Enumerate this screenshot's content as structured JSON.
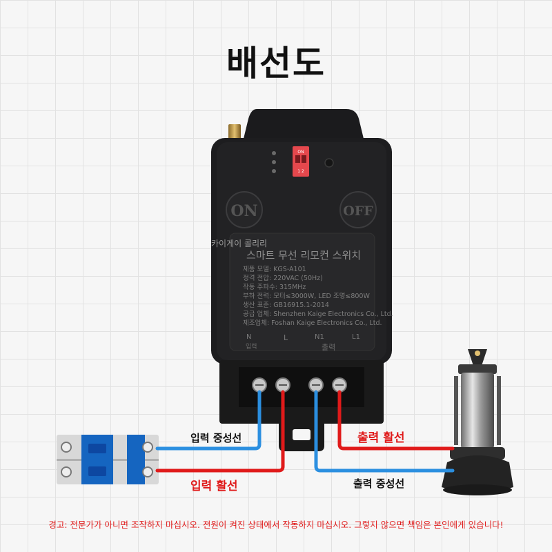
{
  "title": "배선도",
  "brand_top": "카이게이 콜리리",
  "device": {
    "switch_top": "ON",
    "switch_bottom": "1  2",
    "btn_on": "ON",
    "btn_off": "OFF",
    "label_title": "스마트 무선 리모컨 스위치",
    "label_lines": [
      "제품 모델: KGS-A101",
      "정격 전압: 220VAC (50Hz)",
      "작동 주파수: 315MHz",
      "부하 전력: 모터≤3000W, LED 조명≤800W",
      "생산 표준: GB16915.1-2014",
      "공급 업체: Shenzhen Kaige Electronics Co., Ltd.",
      "제조업체: Foshan Kaige Electronics Co., Ltd."
    ],
    "terminal_labels": [
      "N",
      "L",
      "N1",
      "L1"
    ],
    "input_marker": "입력",
    "output_marker": "출력"
  },
  "wires": {
    "input_neutral": "입력 중성선",
    "input_live": "입력 활선",
    "output_live": "출력 활선",
    "output_neutral": "출력 중성선"
  },
  "warning": "경고: 전문가가 아니면 조작하지 마십시오. 전원이 켜진 상태에서 작동하지 마십시오. 그렇지 않으면 책임은 본인에게 있습니다!",
  "colors": {
    "live": "#e01a1a",
    "neutral": "#2b8fe0",
    "device": "#1d1d1f"
  }
}
